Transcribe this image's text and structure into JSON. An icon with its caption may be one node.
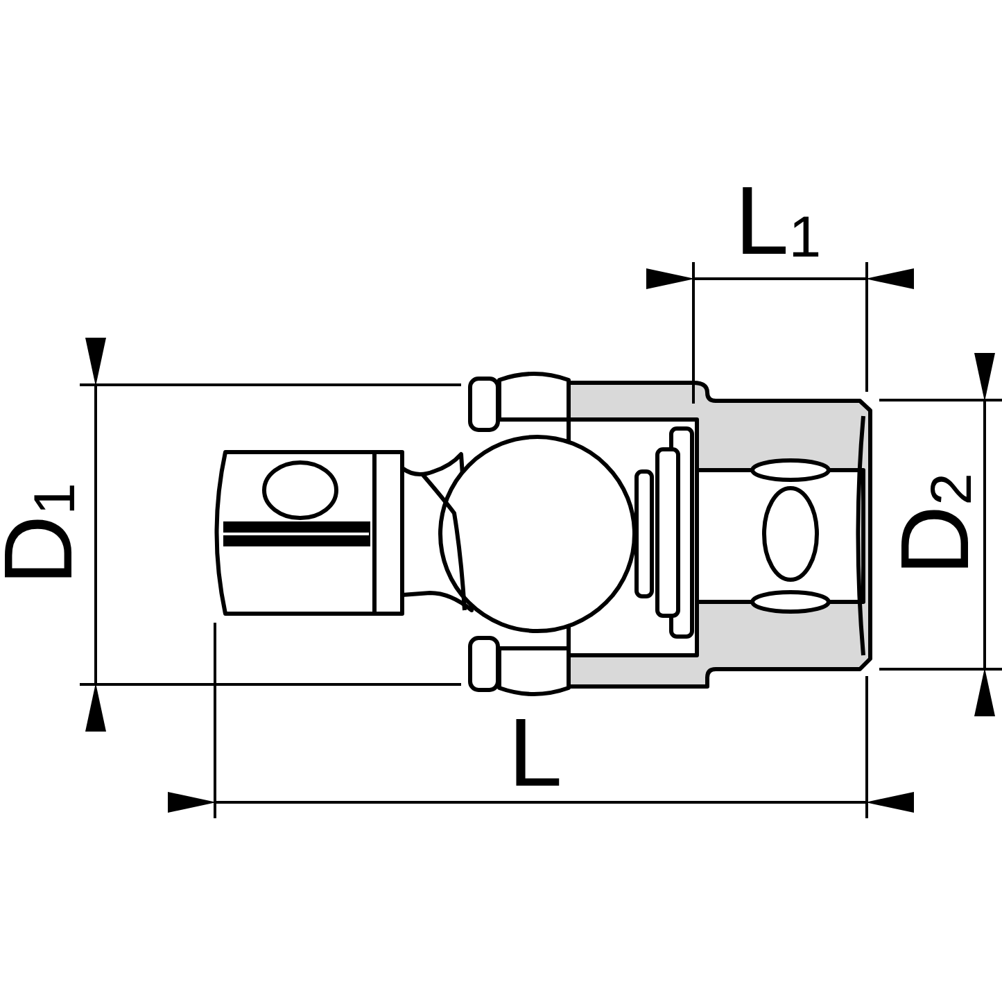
{
  "diagram": {
    "labels": [
      "L$_{1}$",
      "D$_{1}$",
      "D$_{2}$",
      "L"
    ]
  }
}
